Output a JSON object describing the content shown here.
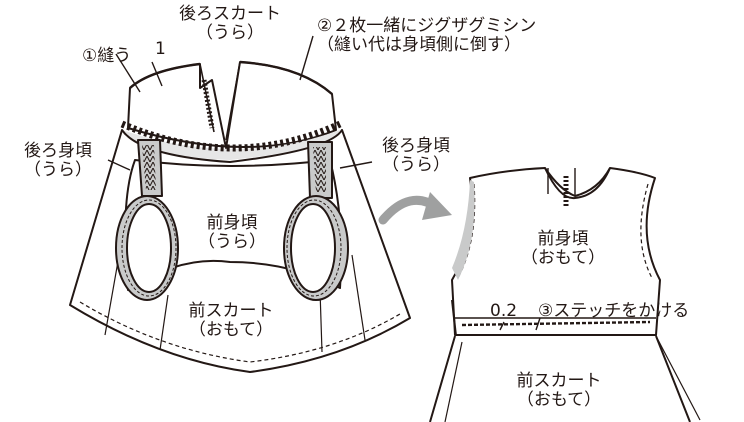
{
  "labels": {
    "back_skirt_line1": "後ろスカート",
    "back_skirt_line2": "（うら）",
    "step1": "①縫う",
    "seam_allowance_1": "1",
    "step2_line1": "②２枚一緒にジグザグミシン",
    "step2_line2": "（縫い代は身頃側に倒す）",
    "back_bodice_left_line1": "後ろ身頃",
    "back_bodice_left_line2": "（うら）",
    "back_bodice_right_line1": "後ろ身頃",
    "back_bodice_right_line2": "（うら）",
    "front_bodice_inside_line1": "前身頃",
    "front_bodice_inside_line2": "（うら）",
    "front_skirt_left_line1": "前スカート",
    "front_skirt_left_line2": "（おもて）",
    "front_bodice_outside_line1": "前身頃",
    "front_bodice_outside_line2": "（おもて）",
    "stitch_width": "0.2",
    "step3": "③ステッチをかける",
    "front_skirt_right_line1": "前スカート",
    "front_skirt_right_line2": "（おもて）"
  },
  "icons": {
    "arrow": "curved-arrow-right"
  },
  "colors": {
    "line": "#231815",
    "lining_shade": "#c9caca",
    "arrow": "#9fa0a0"
  }
}
